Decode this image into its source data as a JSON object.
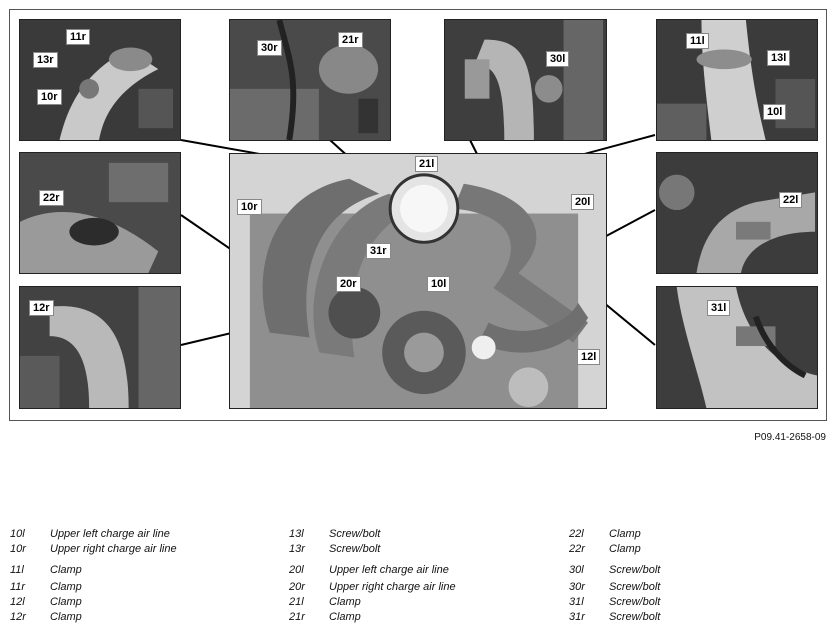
{
  "figure_ref": "P09.41-2658-09",
  "callouts": {
    "top_left": [
      "11r",
      "13r",
      "10r"
    ],
    "top_mid_left": [
      "30r",
      "21r"
    ],
    "top_mid_right": [
      "30l"
    ],
    "top_right": [
      "11l",
      "13l",
      "10l"
    ],
    "mid_left": [
      "22r"
    ],
    "mid_right": [
      "22l"
    ],
    "bottom_left": [
      "12r"
    ],
    "bottom_right": [
      "31l"
    ],
    "center": [
      "21l",
      "20l",
      "10r",
      "31r",
      "20r",
      "10l",
      "12l"
    ]
  },
  "legend": [
    [
      {
        "code": "10l",
        "desc": "Upper left charge air line"
      },
      {
        "code": "10r",
        "desc": "Upper right charge air line"
      },
      {
        "code": "11l",
        "desc": "Clamp"
      },
      {
        "code": "11r",
        "desc": "Clamp"
      },
      {
        "code": "12l",
        "desc": "Clamp"
      },
      {
        "code": "12r",
        "desc": "Clamp"
      }
    ],
    [
      {
        "code": "13l",
        "desc": "Screw/bolt"
      },
      {
        "code": "13r",
        "desc": "Screw/bolt"
      },
      {
        "code": "20l",
        "desc": "Upper left charge air line"
      },
      {
        "code": "20r",
        "desc": "Upper right charge air line"
      },
      {
        "code": "21l",
        "desc": "Clamp"
      },
      {
        "code": "21r",
        "desc": "Clamp"
      }
    ],
    [
      {
        "code": "22l",
        "desc": "Clamp"
      },
      {
        "code": "22r",
        "desc": "Clamp"
      },
      {
        "code": "30l",
        "desc": "Screw/bolt"
      },
      {
        "code": "30r",
        "desc": "Screw/bolt"
      },
      {
        "code": "31l",
        "desc": "Screw/bolt"
      },
      {
        "code": "31r",
        "desc": "Screw/bolt"
      }
    ]
  ]
}
